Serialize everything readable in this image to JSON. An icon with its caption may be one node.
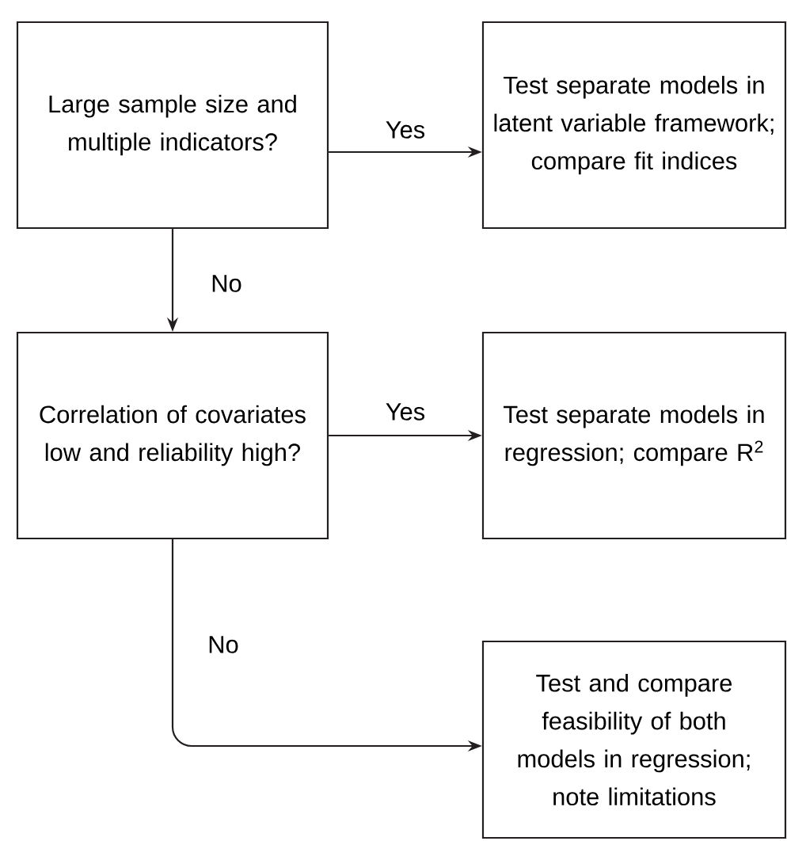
{
  "diagram": {
    "nodes": [
      {
        "text": [
          "Large sample size and multiple indicators?"
        ]
      },
      {
        "text": [
          "Test separate models in latent variable framework; compare fit indices"
        ]
      },
      {
        "text": [
          "Correlation of covariates low and reliability high?"
        ]
      },
      {
        "text": [
          "Test separate models in regression; compare R$^{2}$"
        ]
      },
      {
        "text": [
          "Test and compare feasibility of both models in regression; note limitations"
        ]
      }
    ],
    "edges": [
      {
        "from": 0,
        "to": 1,
        "arrow": "to",
        "label": "Yes"
      },
      {
        "from": 0,
        "to": 2,
        "arrow": "to",
        "label": "No"
      },
      {
        "from": 2,
        "to": 3,
        "arrow": "to",
        "label": "Yes"
      },
      {
        "from": 2,
        "to": 4,
        "arrow": "to",
        "label": "No"
      }
    ]
  }
}
